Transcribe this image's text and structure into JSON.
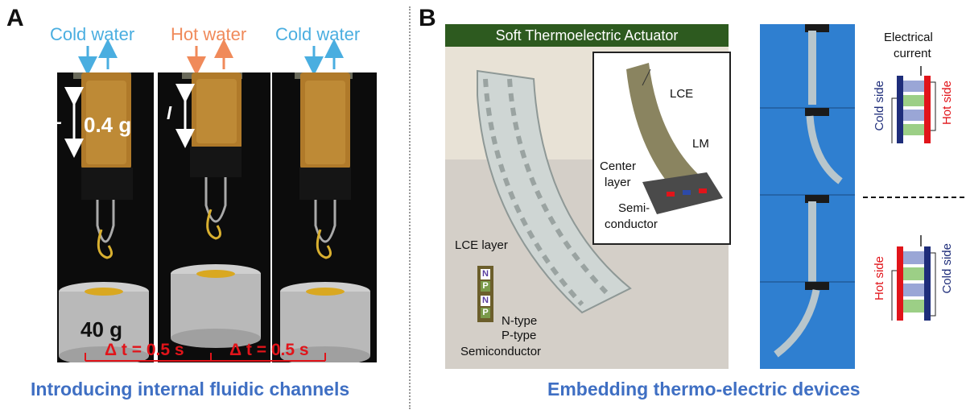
{
  "panel_a": {
    "letter": "A",
    "water_labels": [
      {
        "text": "Cold water",
        "color": "#4aaee0"
      },
      {
        "text": "Hot water",
        "color": "#f08a5a"
      },
      {
        "text": "Cold water",
        "color": "#4aaee0"
      }
    ],
    "length_label_L": "L",
    "length_label_l": "l",
    "mass_small": "0.4 g",
    "mass_large": "40 g",
    "delta_t_1": "Δ t = 0.5 s",
    "delta_t_2": "Δ t = 0.5 s",
    "caption": "Introducing internal fluidic channels"
  },
  "panel_b": {
    "letter": "B",
    "banner": "Soft Thermoelectric Actuator",
    "inset_labels": {
      "lce": "LCE",
      "lm": "LM",
      "center_layer_1": "Center",
      "center_layer_2": "layer",
      "semi_1": "Semi-",
      "semi_2": "conductor"
    },
    "stack_labels": {
      "lce_layer": "LCE layer",
      "n_type": "N-type",
      "p_type": "P-type",
      "semiconductor": "Semiconductor",
      "cell_n": "N",
      "cell_p": "P"
    },
    "right_labels": {
      "electrical_1": "Electrical",
      "electrical_2": "current",
      "cold_side_top": "Cold side",
      "hot_side_top": "Hot side",
      "hot_side_bottom": "Hot side",
      "cold_side_bottom": "Cold side"
    },
    "caption": "Embedding thermo-electric devices"
  },
  "colors": {
    "caption_blue": "#3f6fc3",
    "red": "#e1141a",
    "navy": "#1e2d7a",
    "photo_blue": "#2f7fd0",
    "banner_green": "#2d5a1f"
  }
}
